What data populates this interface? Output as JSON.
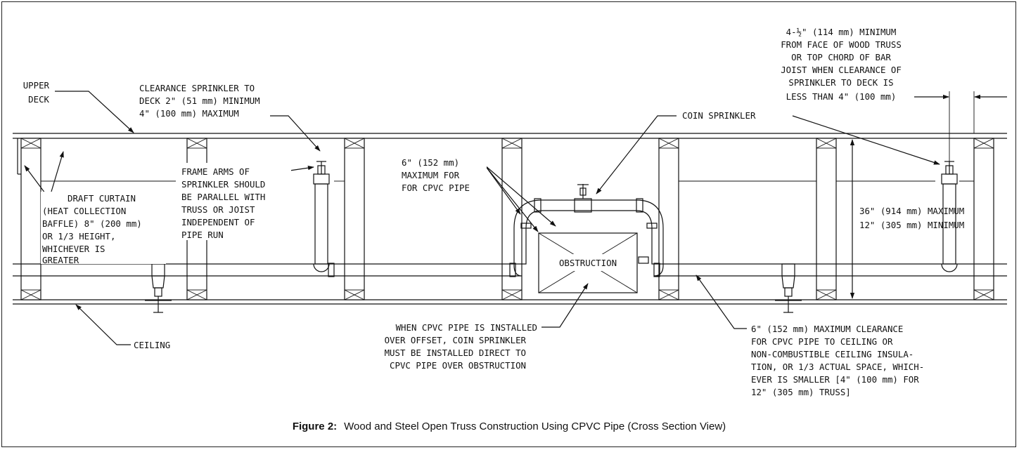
{
  "caption": {
    "bold": "Figure 2:",
    "text": "Wood and Steel Open Truss Construction Using CPVC Pipe (Cross Section View)"
  },
  "labels": {
    "upper_deck": [
      "UPPER",
      "DECK"
    ],
    "clearance": [
      "CLEARANCE SPRINKLER TO",
      "DECK 2\" (51 mm) MINIMUM",
      "4\" (100 mm) MAXIMUM"
    ],
    "frame_arms": [
      "FRAME ARMS OF",
      "SPRINKLER SHOULD",
      "BE PARALLEL WITH",
      "TRUSS OR JOIST",
      "INDEPENDENT OF",
      "PIPE RUN"
    ],
    "draft_curtain": [
      "DRAFT CURTAIN",
      "(HEAT COLLECTION",
      "BAFFLE) 8\" (200 mm)",
      "OR 1/3 HEIGHT,",
      "WHICHEVER IS",
      "GREATER"
    ],
    "max_cpvc": [
      "6\" (152 mm)",
      "MAXIMUM FOR",
      "FOR CPVC PIPE"
    ],
    "coin_sprinkler": "COIN SPRINKLER",
    "obstruction": "OBSTRUCTION",
    "top_right": [
      "4-½\" (114 mm) MINIMUM",
      "FROM FACE OF WOOD TRUSS",
      "OR TOP CHORD OF BAR",
      "JOIST WHEN CLEARANCE OF",
      "SPRINKLER TO DECK IS",
      "LESS THAN 4\" (100 mm)"
    ],
    "space": [
      "36\" (914 mm) MAXIMUM",
      "12\" (305 mm) MINIMUM"
    ],
    "ceiling": "CEILING",
    "offset_note": [
      "WHEN CPVC PIPE IS INSTALLED",
      "OVER OFFSET, COIN SPRINKLER",
      "MUST BE INSTALLED DIRECT TO",
      "CPVC PIPE OVER OBSTRUCTION"
    ],
    "bottom_right": [
      "6\" (152 mm) MAXIMUM CLEARANCE",
      "FOR CPVC PIPE TO CEILING OR",
      "NON-COMBUSTIBLE CEILING INSULA-",
      "TION, OR 1/3 ACTUAL SPACE, WHICH-",
      "EVER IS SMALLER [4\" (100 mm) FOR",
      "12\" (305 mm) TRUSS]"
    ]
  }
}
